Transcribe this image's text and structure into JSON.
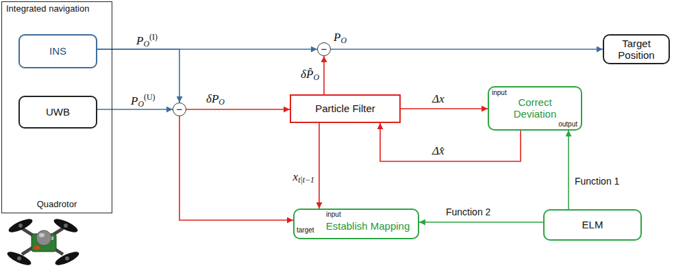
{
  "diagram": {
    "nodes": [
      {
        "text": [
          "Integrated navigation",
          "Quadrotor"
        ]
      },
      {
        "text": [
          "INS"
        ],
        "in": 0
      },
      {
        "text": [
          "UWB"
        ],
        "in": 0
      },
      {
        "text": [
          "−"
        ]
      },
      {
        "text": [
          "Target Position"
        ]
      },
      {
        "text": [
          "−"
        ]
      },
      {
        "text": [
          "Particle Filter"
        ]
      },
      {
        "text": [
          "Correct Deviation",
          "input",
          "output"
        ]
      },
      {
        "text": [
          "Establish Mapping",
          "input",
          "target"
        ]
      },
      {
        "text": [
          "ELM"
        ]
      }
    ],
    "edges": [
      {
        "from": 1,
        "to": 3,
        "arrow": "to",
        "label": "PO(I)"
      },
      {
        "from": 1,
        "to": 5,
        "arrow": "to"
      },
      {
        "from": 2,
        "to": 5,
        "arrow": "to",
        "label": "PO(U)"
      },
      {
        "from": 3,
        "to": 4,
        "arrow": "to",
        "label": "PO"
      },
      {
        "from": 5,
        "to": 6,
        "arrow": "to",
        "label": "δPO"
      },
      {
        "from": 6,
        "to": 3,
        "arrow": "to",
        "label": "δP̂O"
      },
      {
        "from": 6,
        "to": 7,
        "arrow": "to",
        "label": "Δx"
      },
      {
        "from": 7,
        "to": 6,
        "arrow": "to",
        "label": "Δx̂"
      },
      {
        "from": 6,
        "to": 8,
        "arrow": "to",
        "label": "xt|t−1"
      },
      {
        "from": 5,
        "to": 8,
        "arrow": "to"
      },
      {
        "from": 9,
        "to": 7,
        "arrow": "to",
        "label": "Function 1"
      },
      {
        "from": 9,
        "to": 8,
        "arrow": "to",
        "label": "Function 2"
      }
    ]
  }
}
